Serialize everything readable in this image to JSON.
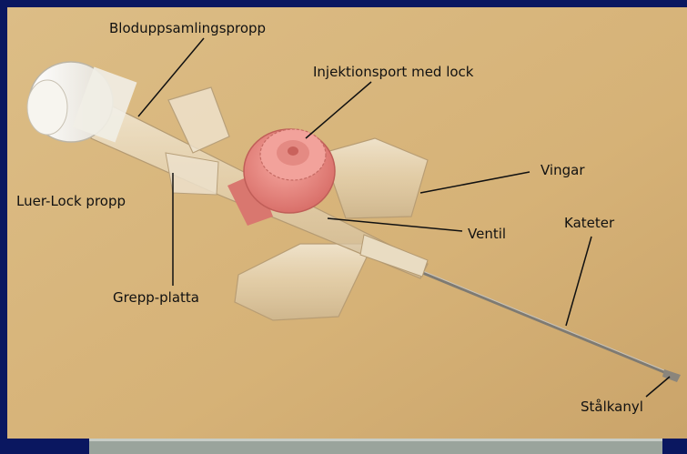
{
  "labels": {
    "bloduppsamlingspropp": "Bloduppsamlingspropp",
    "injektionsport": "Injektionsport med lock",
    "vingar": "Vingar",
    "luer_lock": "Luer-Lock propp",
    "ventil": "Ventil",
    "kateter": "Kateter",
    "grepp_platta": "Grepp-platta",
    "stalkanyl": "Stålkanyl"
  },
  "colors": {
    "frame_background": "#0a1760",
    "photo_background": "#d8b57a",
    "port_pink": "#e88a84",
    "luer_cap": "#f4f1ea"
  }
}
